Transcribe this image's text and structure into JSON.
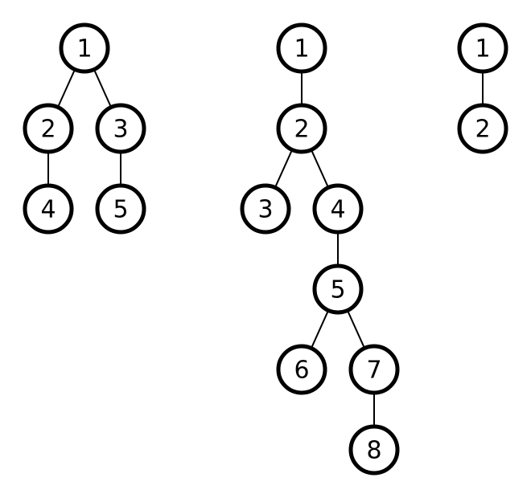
{
  "colors": {
    "background": "#ffffff",
    "stroke": "#000000",
    "node_fill": "#ffffff",
    "text": "#000000"
  },
  "trees": [
    {
      "name": "tree-a",
      "nodes": [
        {
          "id": "a1",
          "label": "1"
        },
        {
          "id": "a2",
          "label": "2"
        },
        {
          "id": "a3",
          "label": "3"
        },
        {
          "id": "a4",
          "label": "4"
        },
        {
          "id": "a5",
          "label": "5"
        }
      ],
      "edges": [
        [
          "a1",
          "a2"
        ],
        [
          "a1",
          "a3"
        ],
        [
          "a2",
          "a4"
        ],
        [
          "a3",
          "a5"
        ]
      ]
    },
    {
      "name": "tree-b",
      "nodes": [
        {
          "id": "b1",
          "label": "1"
        },
        {
          "id": "b2",
          "label": "2"
        },
        {
          "id": "b3",
          "label": "3"
        },
        {
          "id": "b4",
          "label": "4"
        },
        {
          "id": "b5",
          "label": "5"
        },
        {
          "id": "b6",
          "label": "6"
        },
        {
          "id": "b7",
          "label": "7"
        },
        {
          "id": "b8",
          "label": "8"
        }
      ],
      "edges": [
        [
          "b1",
          "b2"
        ],
        [
          "b2",
          "b3"
        ],
        [
          "b2",
          "b4"
        ],
        [
          "b4",
          "b5"
        ],
        [
          "b5",
          "b6"
        ],
        [
          "b5",
          "b7"
        ],
        [
          "b7",
          "b8"
        ]
      ]
    },
    {
      "name": "tree-c",
      "nodes": [
        {
          "id": "c1",
          "label": "1"
        },
        {
          "id": "c2",
          "label": "2"
        }
      ],
      "edges": [
        [
          "c1",
          "c2"
        ]
      ]
    }
  ]
}
